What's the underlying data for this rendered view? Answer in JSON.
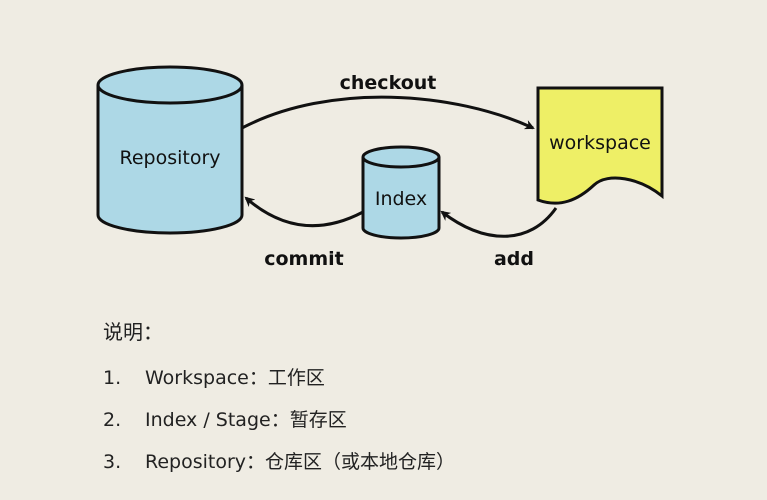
{
  "diagram": {
    "nodes": {
      "repository": "Repository",
      "index": "Index",
      "workspace": "workspace"
    },
    "edges": {
      "checkout": "checkout",
      "commit": "commit",
      "add": "add"
    },
    "colors": {
      "background": "#efece3",
      "cylinder_fill": "#add8e6",
      "workspace_fill": "#eeef66",
      "stroke": "#111111"
    }
  },
  "notes": {
    "title": "说明：",
    "items": [
      {
        "num": "1.",
        "text": "Workspace：工作区"
      },
      {
        "num": "2.",
        "text": "Index / Stage：暂存区"
      },
      {
        "num": "3.",
        "text": "Repository：仓库区（或本地仓库）"
      }
    ]
  }
}
